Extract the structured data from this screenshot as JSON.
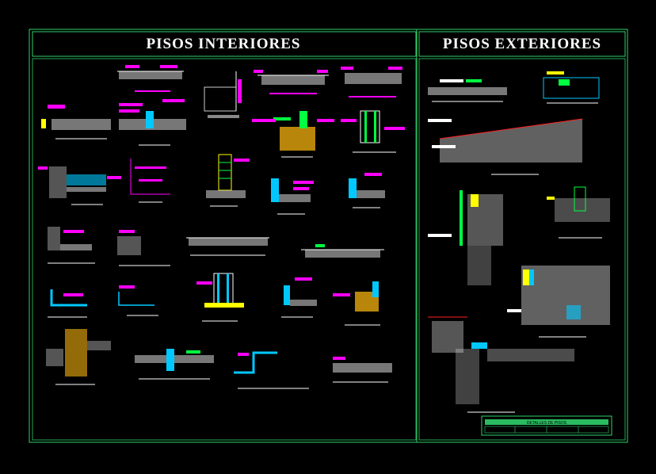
{
  "sheet": {
    "left_title": "PISOS   INTERIORES",
    "right_title": "PISOS EXTERIORES",
    "legend_title": "DETALLES DE PISOS"
  },
  "colors": {
    "background": "#000000",
    "frame": "#2fd06a",
    "title_text": "#ffffff",
    "annotation": "#ff00ff",
    "concrete": "#d8d8d8",
    "fill_gold": "#b8860b",
    "wall_cyan": "#00c8ff",
    "rebar_green": "#00ff40",
    "section_red": "#ff2020",
    "yellow": "#ffff00"
  }
}
